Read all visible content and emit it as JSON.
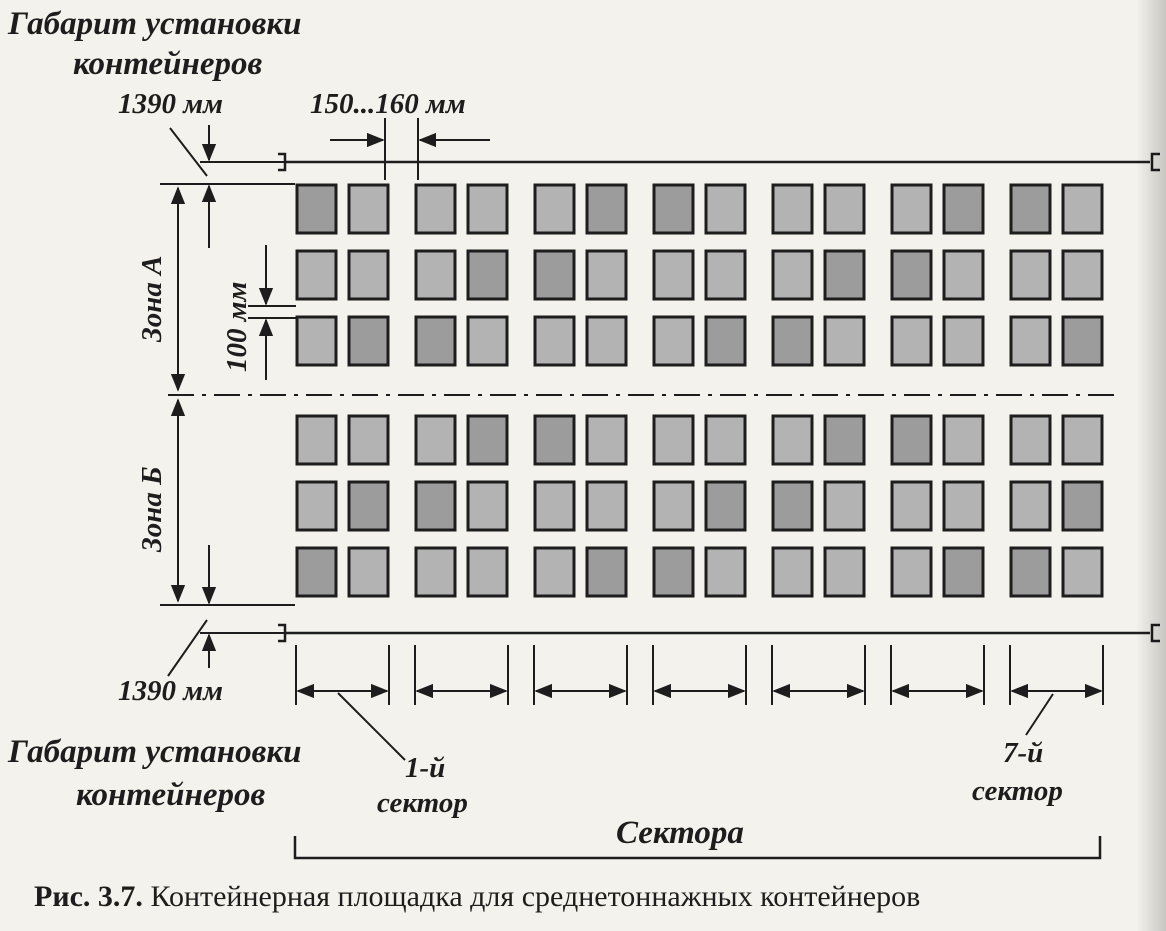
{
  "labels": {
    "gabarit_top_line1": "Габарит установки",
    "gabarit_top_line2": "контейнеров",
    "gabarit_bottom_line1": "Габарит установки",
    "gabarit_bottom_line2": "контейнеров",
    "dim_top": "1390 мм",
    "dim_bottom": "1390 мм",
    "dim_gap": "150...160 мм",
    "dim_row_gap": "100 мм",
    "zone_a": "Зона А",
    "zone_b": "Зона Б",
    "sector_first_line1": "1-й",
    "sector_first_line2": "сектор",
    "sector_last_line1": "7-й",
    "sector_last_line2": "сектор",
    "sectors": "Сектора"
  },
  "caption": {
    "number": "Рис. 3.7.",
    "text": " Контейнерная площадка для среднетоннажных контейнеров"
  },
  "layout": {
    "sectors": 7,
    "containers_per_sector_row": 2,
    "rows_per_zone": 3,
    "zones": 2
  },
  "colors": {
    "line": "#1d1d1d",
    "container_fill": "#b3b3b3",
    "container_fill_dark": "#9c9c9c",
    "background": "#f4f2ec"
  }
}
